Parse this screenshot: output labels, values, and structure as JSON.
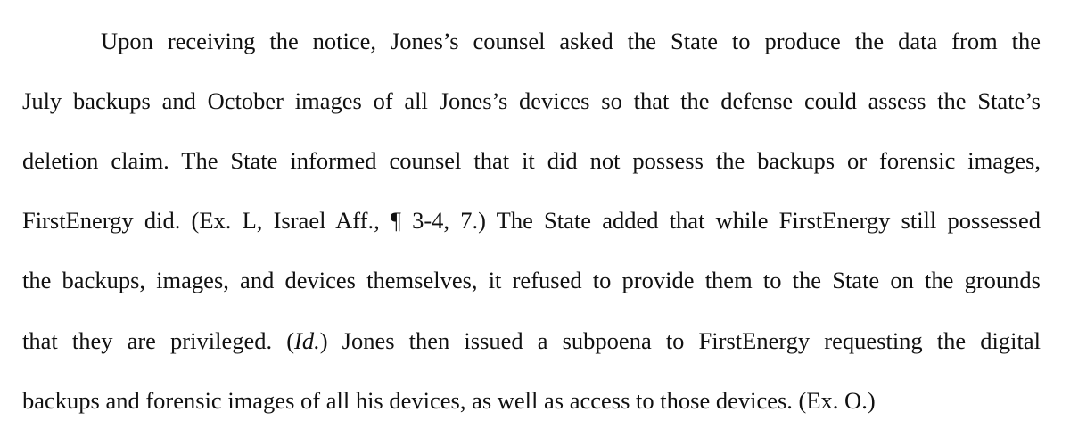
{
  "paragraph": {
    "line1": "Upon receiving the notice, Jones’s counsel asked the State to produce the data from the",
    "line2": "July backups and October images of all Jones’s devices so that the defense could assess the State’s",
    "line3": "deletion claim. The State informed counsel that it did not possess the backups or forensic images,",
    "line4": "FirstEnergy did. (Ex. L, Israel Aff., ¶ 3-4, 7.) The State added that while FirstEnergy still possessed",
    "line5": "the backups, images, and devices themselves, it refused to provide them to the State on the grounds",
    "line6_before": "that they are privileged. (",
    "line6_italic": "Id.",
    "line6_after": ") Jones then issued a subpoena to FirstEnergy requesting the digital",
    "line7": "backups and forensic images of all his devices, as well as access to those devices. (Ex. O.)"
  }
}
